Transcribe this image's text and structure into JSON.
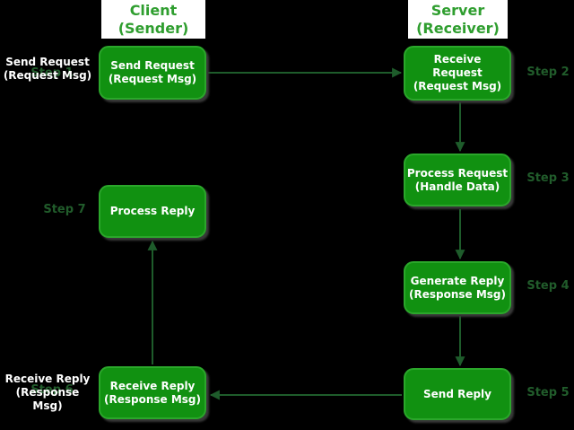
{
  "colors": {
    "bg": "#000000",
    "box_fill": "#119111",
    "box_border": "#2ba72b",
    "box_text": "#ffffff",
    "header_bg": "#ffffff",
    "header_text": "#2f9e2f",
    "step_label": "#215c2b",
    "arrow": "#1e5c2b",
    "outside_label": "#ffffff",
    "shadow": "#383838"
  },
  "headers": {
    "client": {
      "lines": [
        "Client",
        "(Sender)"
      ]
    },
    "server": {
      "lines": [
        "Server",
        "(Receiver)"
      ]
    }
  },
  "boxes": {
    "send_request": {
      "lines": [
        "Send Request",
        "(Request Msg)"
      ]
    },
    "receive_request": {
      "lines": [
        "Receive",
        "Request",
        "(Request Msg)"
      ]
    },
    "process_request": {
      "lines": [
        "Process Request",
        "(Handle Data)"
      ]
    },
    "generate_reply": {
      "lines": [
        "Generate Reply",
        "(Response Msg)"
      ]
    },
    "send_reply": {
      "lines": [
        "Send Reply"
      ]
    },
    "process_reply": {
      "lines": [
        "Process Reply"
      ]
    },
    "receive_reply": {
      "lines": [
        "Receive Reply",
        "(Response Msg)"
      ]
    }
  },
  "steps": {
    "step1": "Step 1",
    "step2": "Step 2",
    "step3": "Step 3",
    "step4": "Step 4",
    "step5": "Step 5",
    "step6": "Step 6",
    "step7": "Step 7"
  },
  "annotations": {
    "send_request": {
      "lines": [
        "Send Request",
        "(Request Msg)"
      ]
    },
    "receive_reply": {
      "lines": [
        "Receive Reply",
        "(Response Msg)"
      ]
    }
  },
  "flow": {
    "arrows": [
      {
        "from": "send_request",
        "to": "receive_request"
      },
      {
        "from": "receive_request",
        "to": "process_request"
      },
      {
        "from": "process_request",
        "to": "generate_reply"
      },
      {
        "from": "generate_reply",
        "to": "send_reply"
      },
      {
        "from": "send_reply",
        "to": "receive_reply"
      },
      {
        "from": "receive_reply",
        "to": "process_reply"
      }
    ]
  }
}
